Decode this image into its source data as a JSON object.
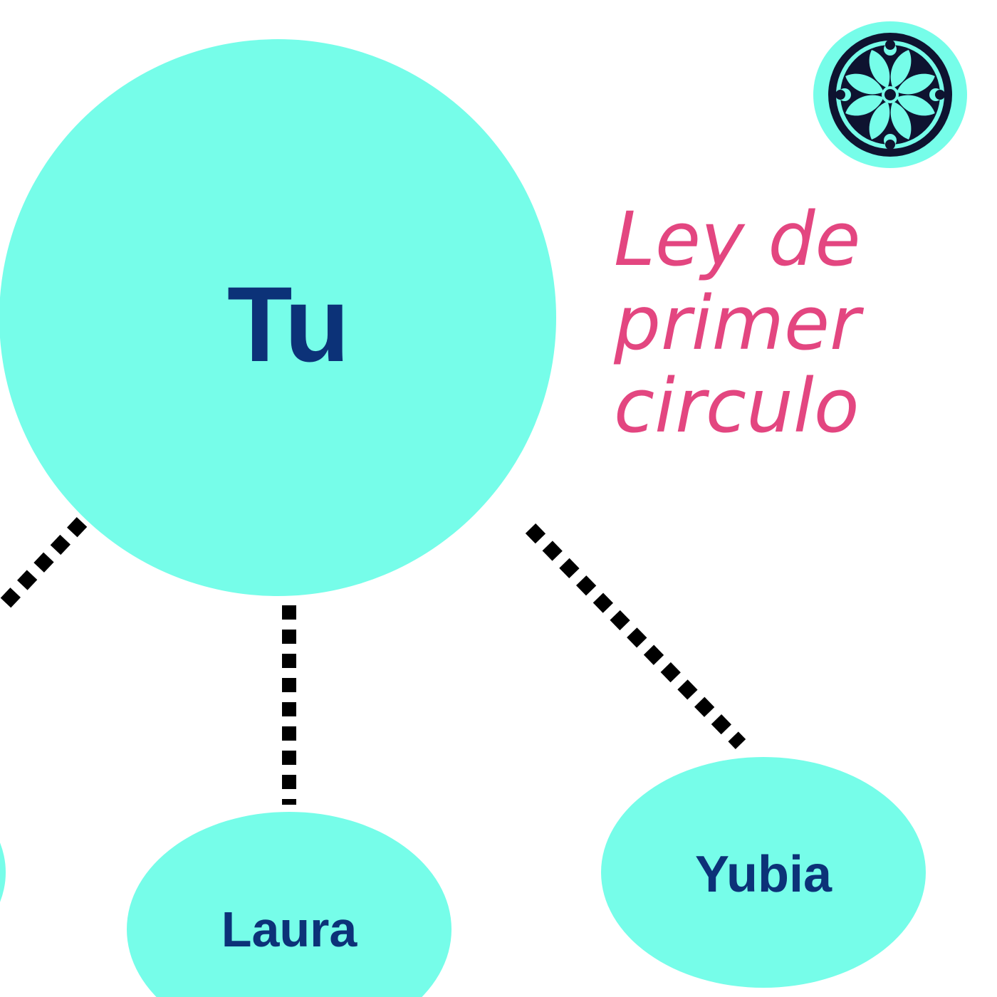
{
  "title": {
    "lines": [
      "Ley de",
      "primer",
      "circulo"
    ]
  },
  "nodes": {
    "center": {
      "label": "Tu"
    },
    "left": {
      "label": ""
    },
    "middle": {
      "label": "Laura"
    },
    "right": {
      "label": "Yubia"
    }
  },
  "logo": {
    "icon": "mandala-flower-logo-icon"
  },
  "colors": {
    "node_fill": "#76fde9",
    "node_text": "#0c3278",
    "title_text": "#e34680",
    "connector": "#000000",
    "logo_dark": "#0e1330",
    "background": "#ffffff"
  }
}
